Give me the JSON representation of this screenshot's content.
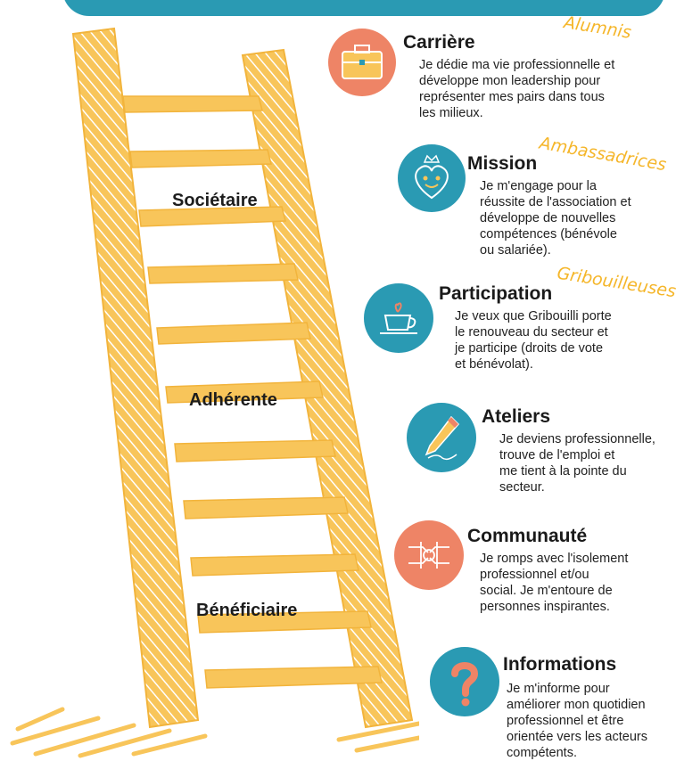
{
  "colors": {
    "teal": "#2a9ab3",
    "coral": "#ee8466",
    "ladder_yellow": "#f8c55a",
    "tier_text": "#f5b62a"
  },
  "ladder": {
    "labels": [
      "Sociétaire",
      "Adhérente",
      "Bénéficiaire"
    ]
  },
  "tiers": [
    "Alumnis",
    "Ambassadrices",
    "Gribouilleuses"
  ],
  "steps": [
    {
      "title": "Carrière",
      "icon": "briefcase-icon",
      "color": "coral",
      "lines": [
        "Je dédie ma vie professionnelle et",
        "développe mon leadership pour",
        "représenter mes pairs dans tous",
        "les milieux."
      ]
    },
    {
      "title": "Mission",
      "icon": "heart-crown-icon",
      "color": "teal",
      "lines": [
        "Je m'engage pour la",
        "réussite de l'association et",
        "développe de nouvelles",
        "compétences (bénévole",
        "ou salariée)."
      ]
    },
    {
      "title": "Participation",
      "icon": "coffee-cup-icon",
      "color": "teal",
      "lines": [
        "Je veux que Gribouilli porte",
        "le renouveau du secteur et",
        "je participe (droits de vote",
        "et bénévolat)."
      ]
    },
    {
      "title": "Ateliers",
      "icon": "pen-icon",
      "color": "teal",
      "lines": [
        "Je deviens professionnelle,",
        "trouve de l'emploi et",
        "me tient à la pointe du",
        "secteur."
      ]
    },
    {
      "title": "Communauté",
      "icon": "joined-hands-icon",
      "color": "coral",
      "lines": [
        "Je romps avec l'isolement",
        "professionnel et/ou",
        "social. Je m'entoure de",
        "personnes inspirantes."
      ]
    },
    {
      "title": "Informations",
      "icon": "question-mark-icon",
      "color": "teal",
      "lines": [
        "Je m'informe pour",
        "améliorer mon quotidien",
        "professionnel et être",
        "orientée vers les acteurs",
        "compétents."
      ]
    }
  ]
}
